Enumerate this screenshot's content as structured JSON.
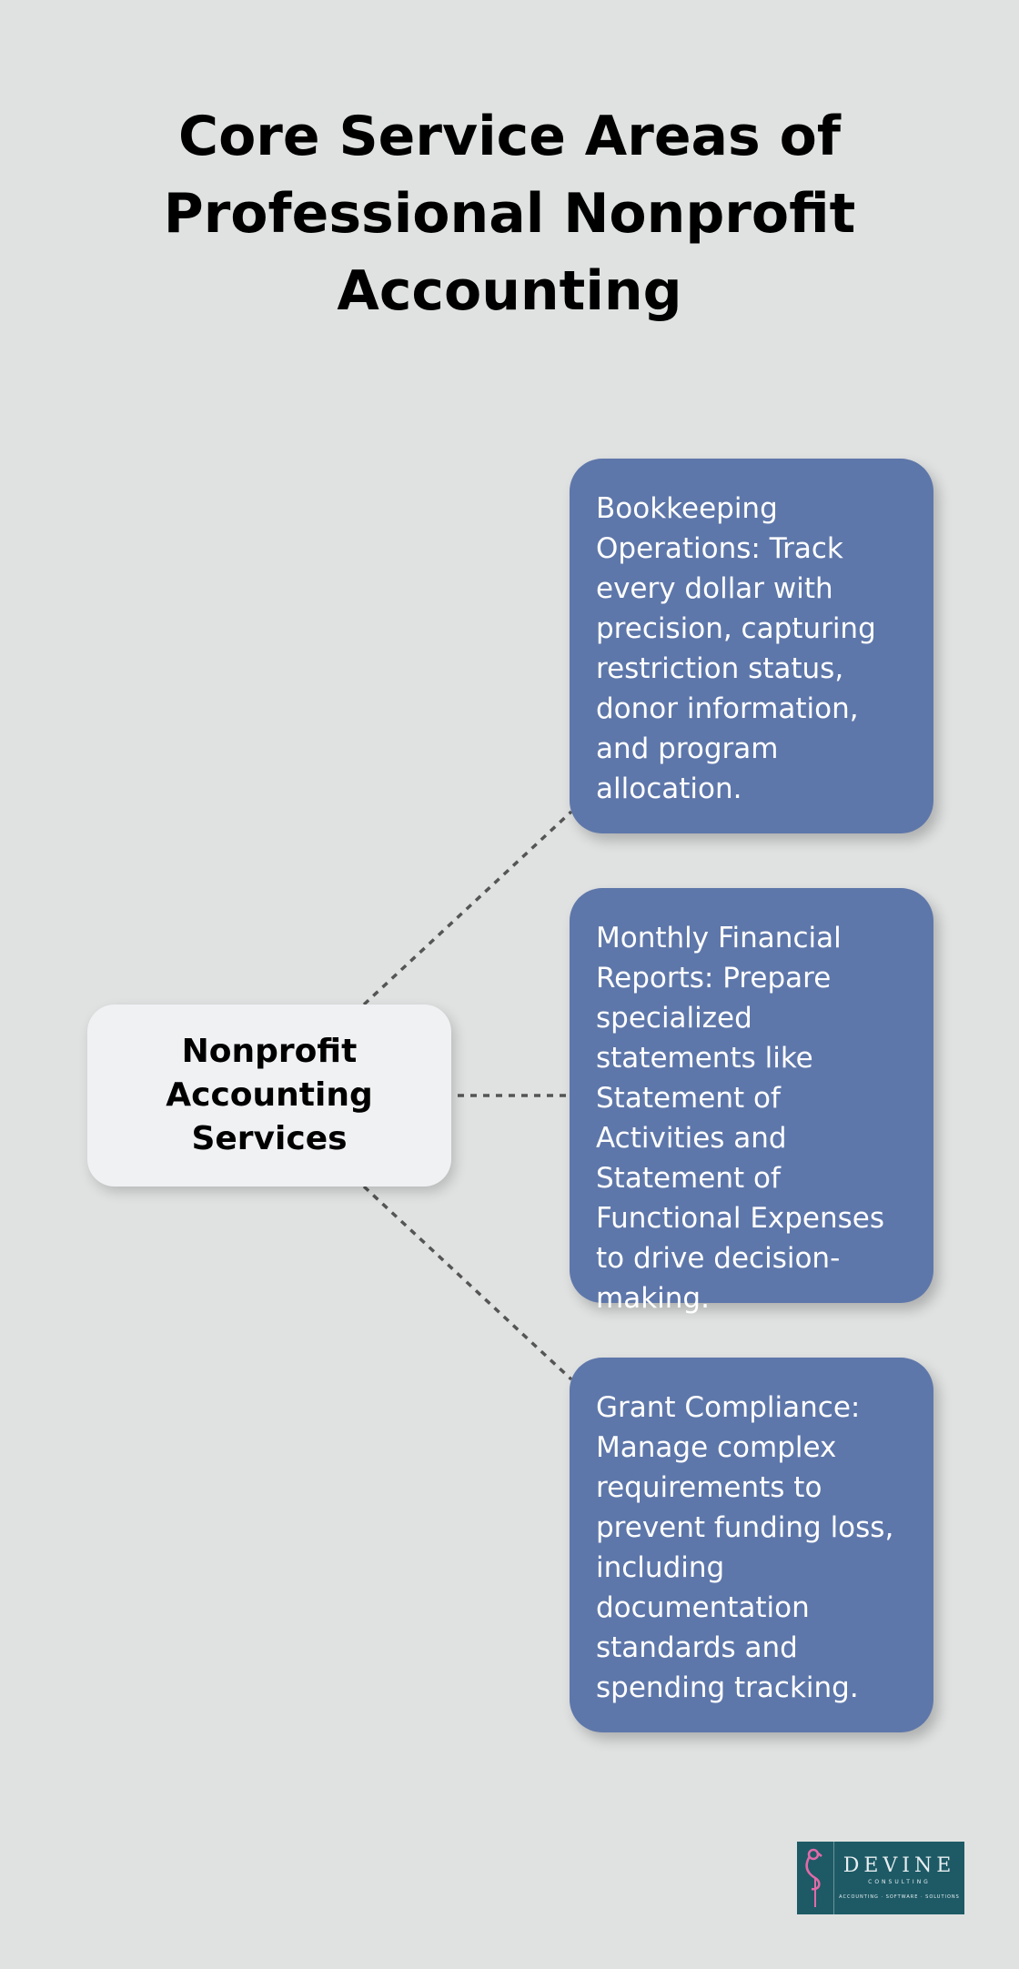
{
  "title": "Core Service Areas of Professional Nonprofit Accounting",
  "center_node": {
    "label": "Nonprofit Accounting Services"
  },
  "branches": [
    {
      "text": "Bookkeeping Operations: Track every dollar with precision, capturing restriction status, donor information, and program allocation."
    },
    {
      "text": "Monthly Financial Reports: Prepare specialized statements like Statement of Activities and Statement of Functional Expenses to drive decision-making."
    },
    {
      "text": "Grant Compliance: Manage complex requirements to prevent funding loss, including documentation standards and spending tracking."
    }
  ],
  "logo": {
    "name": "DEVINE",
    "subtitle": "CONSULTING",
    "tagline": "ACCOUNTING · SOFTWARE · SOLUTIONS"
  },
  "colors": {
    "background": "#e0e2e2",
    "card": "#5e77aa",
    "center_node": "#f0f1f3",
    "connector": "#555555",
    "logo_bg": "#1d5a66",
    "logo_flamingo": "#e36aa8"
  }
}
